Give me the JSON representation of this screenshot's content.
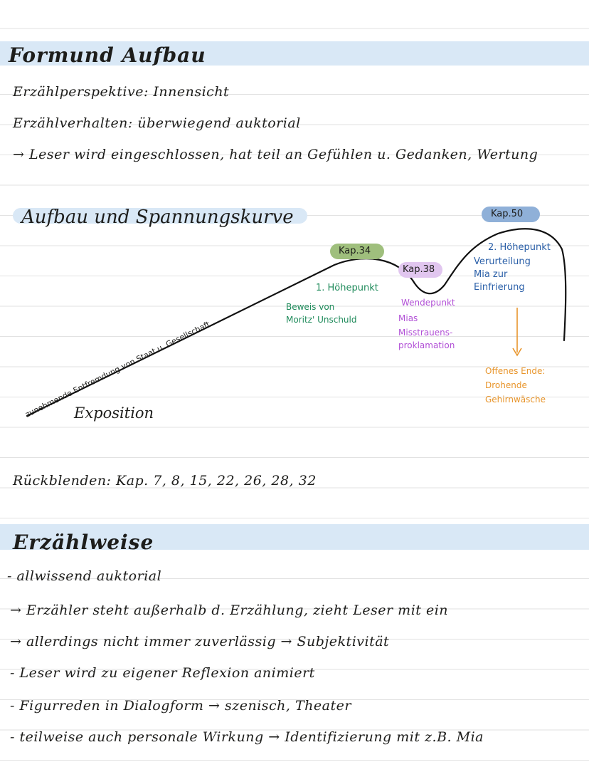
{
  "section1": {
    "heading": "Formund Aufbau",
    "lines": [
      "Erzählperspektive: Innensicht",
      "Erzählverhalten: überwiegend auktorial",
      "→ Leser wird eingeschlossen, hat teil an Gefühlen u. Gedanken, Wertung"
    ]
  },
  "curve": {
    "title": "Aufbau und Spannungskurve",
    "kap34": "Kap.34",
    "kap38": "Kap.38",
    "kap50": "Kap.50",
    "rising_label": "zunehmende Entfremdung von Staat u. Gesellschaft",
    "exposition": "Exposition",
    "peak1_title": "1. Höhepunkt",
    "peak1_desc": "Beweis von Moritz' Unschuld",
    "turn_title": "Wendepunkt",
    "turn_desc1": "Mias",
    "turn_desc2": "Misstrauens-",
    "turn_desc3": "proklamation",
    "peak2_title": "2. Höhepunkt",
    "peak2_l1": "Verurteilung",
    "peak2_l2": "Mia zur",
    "peak2_l3": "Einfrierung",
    "end_l1": "Offenes Ende:",
    "end_l2": "Drohende",
    "end_l3": "Gehirnwäsche",
    "colors": {
      "green": "#1e8a5a",
      "purple": "#b14fd6",
      "blue": "#2a5fa8",
      "orange": "#e8952b",
      "kap34_bg": "#9fbf7d",
      "kap38_bg": "#e1c6ef",
      "kap50_bg": "#8fb0d8"
    }
  },
  "flashbacks": "Rückblenden: Kap. 7, 8, 15, 22, 26, 28, 32",
  "section2": {
    "heading": "Erzählweise",
    "lines": [
      "- allwissend auktorial",
      "→ Erzähler steht außerhalb d. Erzählung, zieht Leser mit ein",
      "→ allerdings nicht immer zuverlässig → Subjektivität",
      "- Leser wird zu eigener Reflexion animiert",
      "- Figurreden in Dialogform → szenisch, Theater",
      "- teilweise auch personale Wirkung → Identifizierung mit z.B. Mia"
    ]
  }
}
